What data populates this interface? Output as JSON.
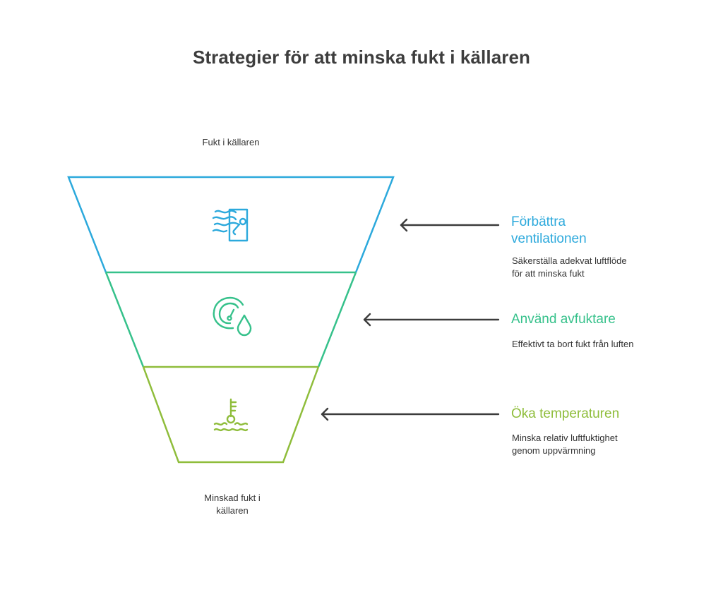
{
  "title": "Strategier för att minska fukt i källaren",
  "top_label": "Fukt i källaren",
  "bottom_label": [
    "Minskad fukt i",
    "källaren"
  ],
  "colors": {
    "stage1": "#2ca9dc",
    "stage2": "#36c18b",
    "stage3": "#8fbd3b",
    "arrow": "#3c3c3c"
  },
  "stages": [
    {
      "icon": "ventilation-icon",
      "title_lines": [
        "Förbättra",
        "ventilationen"
      ],
      "desc_lines": [
        "Säkerställa adekvat luftflöde",
        "för att minska fukt"
      ]
    },
    {
      "icon": "dehumidifier-icon",
      "title_lines": [
        "Använd avfuktare"
      ],
      "desc_lines": [
        "Effektivt ta bort fukt från luften"
      ]
    },
    {
      "icon": "thermometer-heat-icon",
      "title_lines": [
        "Öka temperaturen"
      ],
      "desc_lines": [
        "Minska relativ luftfuktighet",
        "genom uppvärmning"
      ]
    }
  ]
}
